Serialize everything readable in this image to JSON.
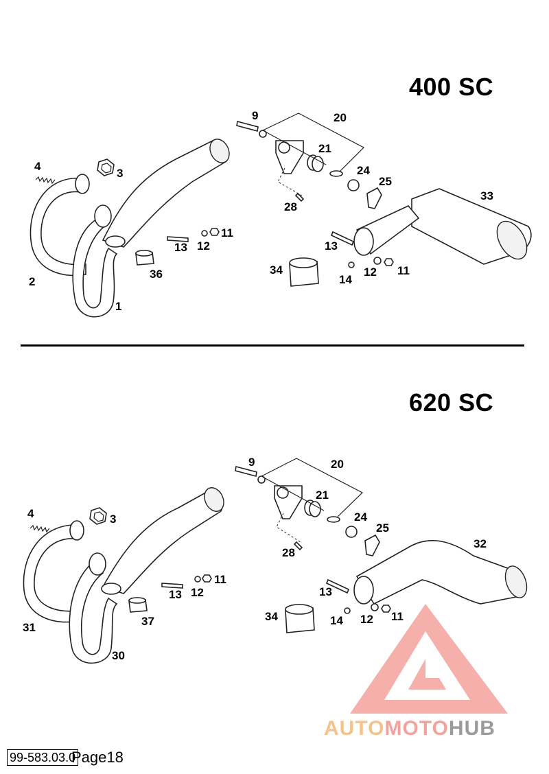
{
  "sections": [
    {
      "title": "400 SC",
      "labels": {
        "p9": "9",
        "p20": "20",
        "p21": "21",
        "p24": "24",
        "p25": "25",
        "p28": "28",
        "p33": "33",
        "p4": "4",
        "p3": "3",
        "p13a": "13",
        "p12a": "12",
        "p11a": "11",
        "p2": "2",
        "p1": "1",
        "p36": "36",
        "p34": "34",
        "p13b": "13",
        "p14": "14",
        "p12b": "12",
        "p11b": "11"
      }
    },
    {
      "title": "620 SC",
      "labels": {
        "p9": "9",
        "p20": "20",
        "p21": "21",
        "p24": "24",
        "p25": "25",
        "p28": "28",
        "p32": "32",
        "p4": "4",
        "p3": "3",
        "p13a": "13",
        "p12a": "12",
        "p11a": "11",
        "p31": "31",
        "p30": "30",
        "p37": "37",
        "p34": "34",
        "p13b": "13",
        "p14": "14",
        "p12b": "12",
        "p11b": "11"
      }
    }
  ],
  "footer": {
    "code": "99-583.03.0",
    "page": "Page18"
  },
  "watermark": {
    "text_part1": "AUTO",
    "text_part2": "MOTO",
    "text_part3": "HUB",
    "colors": {
      "auto": "#f5c28a",
      "moto": "#f4a29c",
      "hub": "#9a9a9a",
      "triangle": "#f4a29c"
    }
  }
}
